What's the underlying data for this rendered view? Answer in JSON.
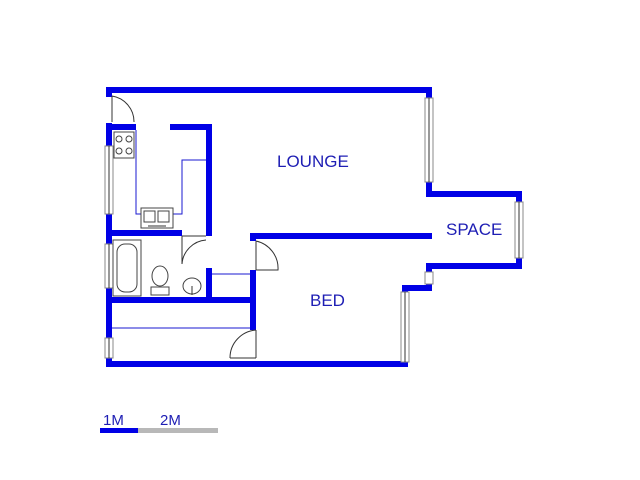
{
  "rooms": {
    "lounge": "LOUNGE",
    "space": "SPACE",
    "bed": "BED"
  },
  "scale": {
    "label_1": "1M",
    "label_2": "2M"
  },
  "colors": {
    "wall": "#0000e6",
    "label": "#1e1eb4",
    "scale_active": "#0000e6",
    "scale_inactive": "#b8b8b8"
  }
}
